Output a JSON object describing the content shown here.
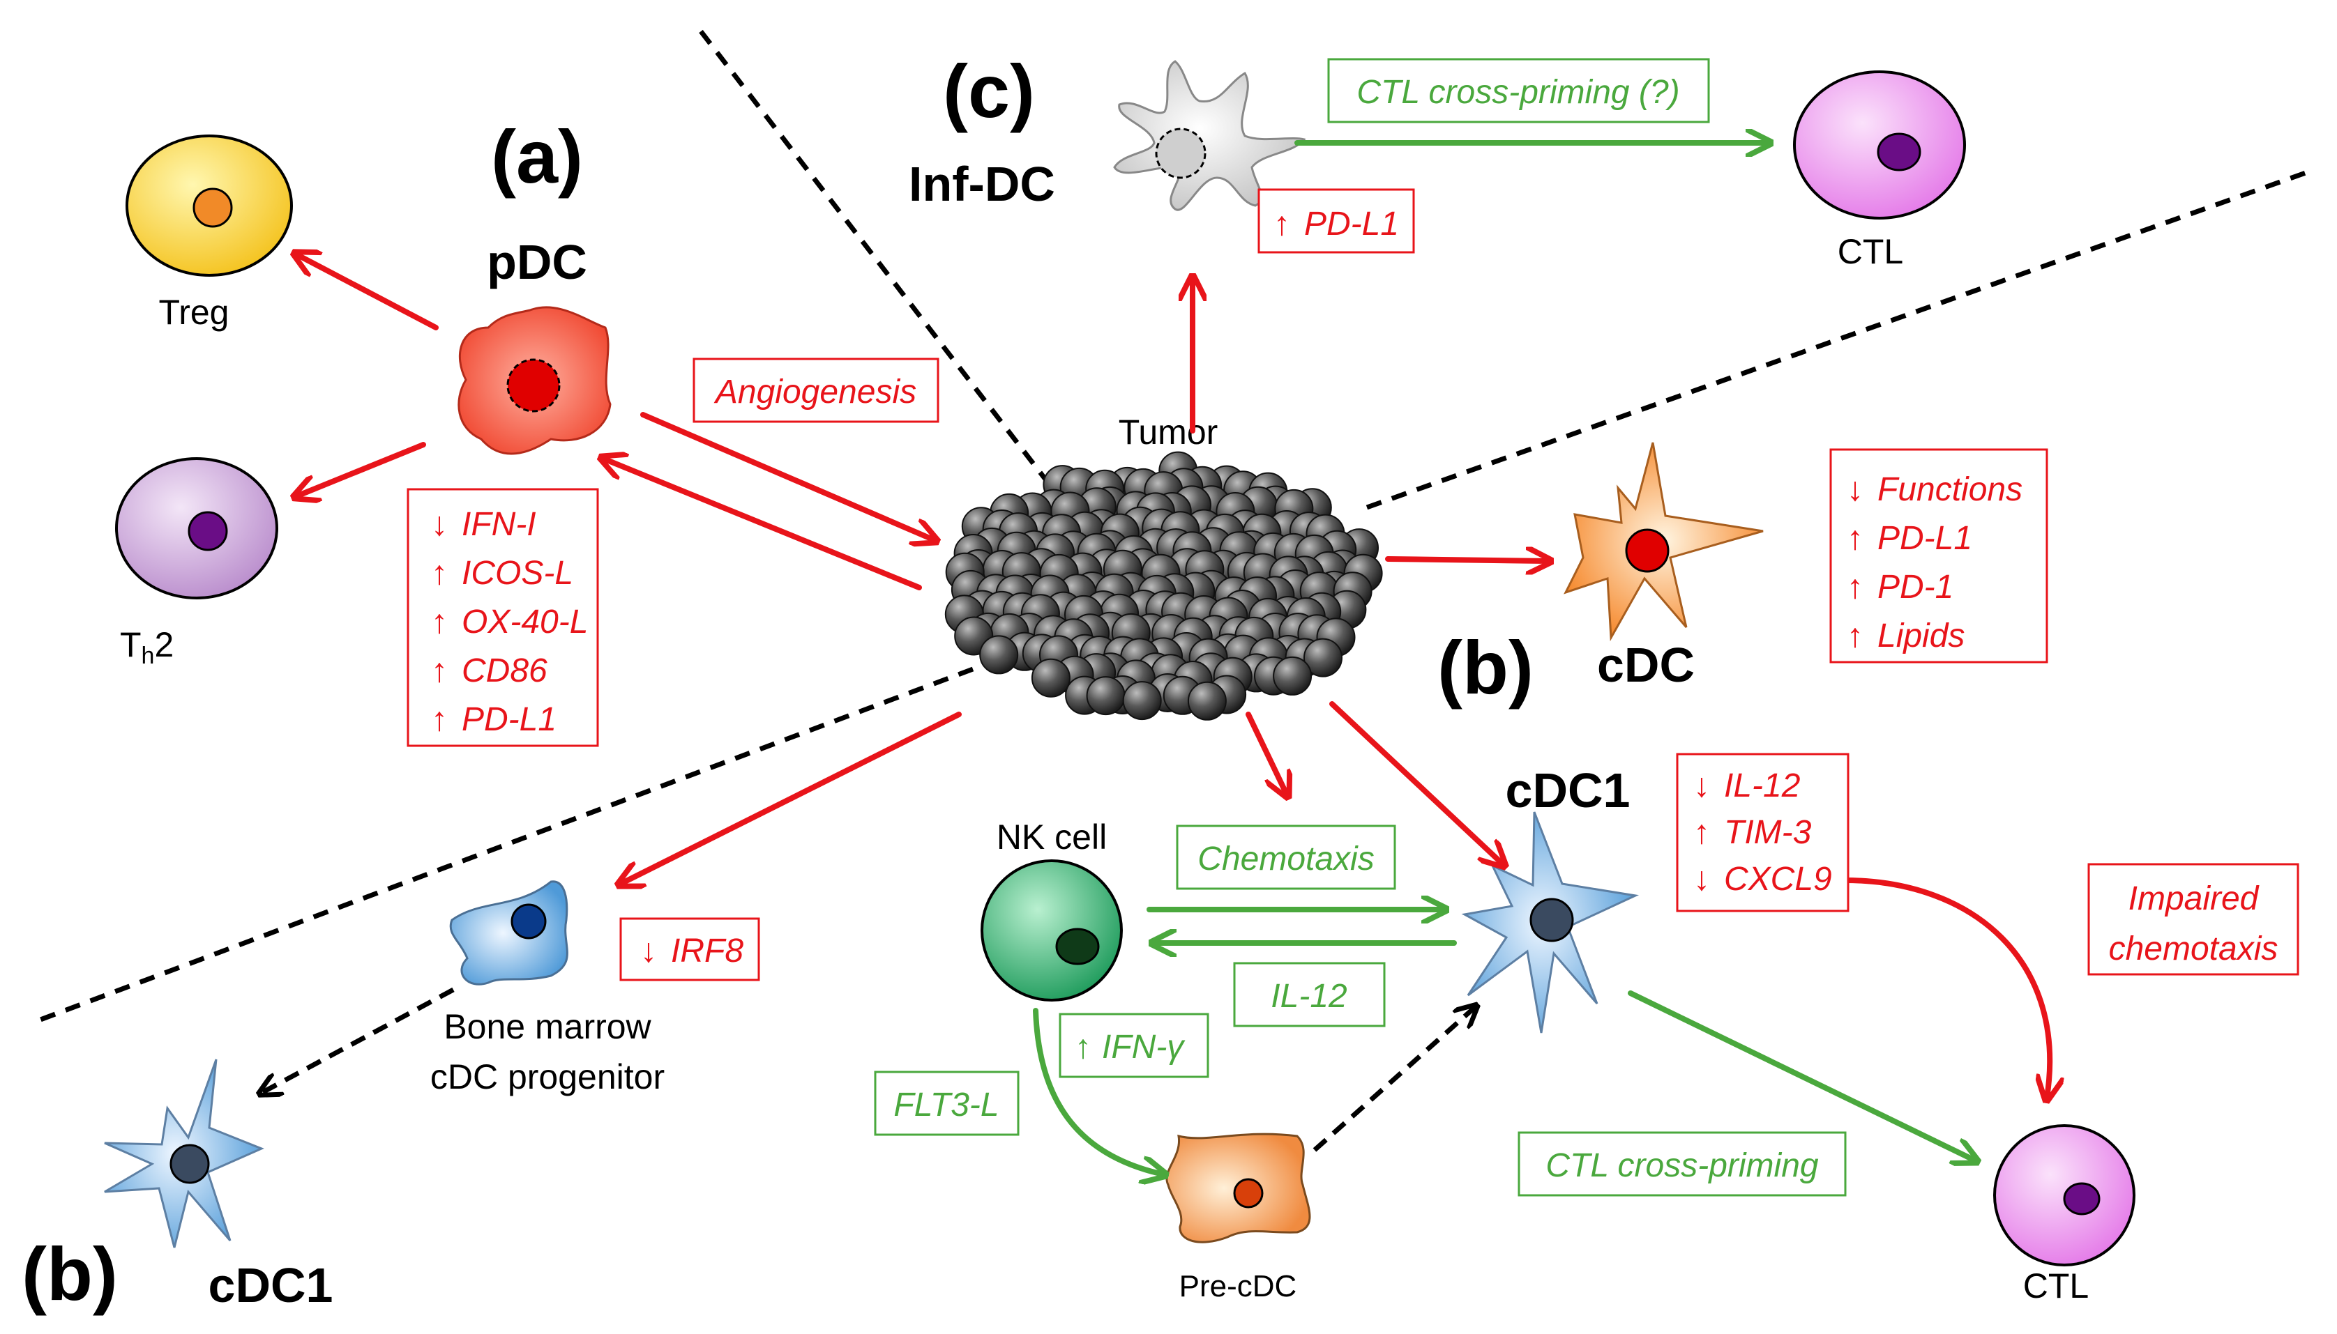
{
  "colors": {
    "red": "#e8141a",
    "green": "#4aa83d",
    "black": "#000000"
  },
  "panel_labels": {
    "a": "(a)",
    "b_right": "(b)",
    "b_bottom": "(b)",
    "c": "(c)"
  },
  "cells": {
    "tumor": "Tumor",
    "pdc": "pDC",
    "treg": "Treg",
    "th2_main": "T",
    "th2_sub": "h",
    "th2_suffix": "2",
    "inf_dc": "Inf-DC",
    "ctl_top": "CTL",
    "cdc": "cDC",
    "cdc1_center": "cDC1",
    "nk_cell": "NK cell",
    "bm_progenitor_line1": "Bone marrow",
    "bm_progenitor_line2": "cDC progenitor",
    "cdc1_bottom": "cDC1",
    "pre_cdc": "Pre-cDC",
    "ctl_bottom": "CTL"
  },
  "boxes": {
    "angiogenesis": "Angiogenesis",
    "pdc_markers": [
      {
        "arrow": "down",
        "label": "IFN-I"
      },
      {
        "arrow": "up",
        "label": "ICOS-L"
      },
      {
        "arrow": "up",
        "label": "OX-40-L"
      },
      {
        "arrow": "up",
        "label": "CD86"
      },
      {
        "arrow": "up",
        "label": "PD-L1"
      }
    ],
    "inf_dc_pdl1": "PD-L1",
    "cdc_markers": [
      {
        "arrow": "down",
        "label": "Functions"
      },
      {
        "arrow": "up",
        "label": "PD-L1"
      },
      {
        "arrow": "up",
        "label": "PD-1"
      },
      {
        "arrow": "up",
        "label": "Lipids"
      }
    ],
    "cdc1_markers": [
      {
        "arrow": "down",
        "label": "IL-12"
      },
      {
        "arrow": "up",
        "label": "TIM-3"
      },
      {
        "arrow": "down",
        "label": "CXCL9"
      }
    ],
    "irf8": "IRF8",
    "impaired_line1": "Impaired",
    "impaired_line2": "chemotaxis",
    "ctl_cross_priming_q": "CTL cross-priming (?)",
    "chemotaxis": "Chemotaxis",
    "il12": "IL-12",
    "ifn_gamma": "IFN-γ",
    "flt3l": "FLT3-L",
    "ctl_cross_priming": "CTL cross-priming"
  }
}
